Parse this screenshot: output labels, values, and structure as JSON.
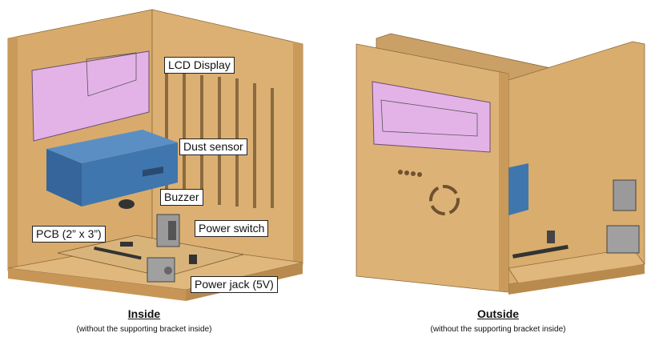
{
  "labels": {
    "lcd": "LCD Display",
    "dust": "Dust sensor",
    "buzzer": "Buzzer",
    "switch": "Power switch",
    "pcb": "PCB (2” x 3”)",
    "jack": "Power jack (5V)"
  },
  "captions": {
    "inside_title": "Inside",
    "inside_sub": "(without the supporting bracket inside)",
    "outside_title": "Outside",
    "outside_sub": "(without the supporting bracket inside)"
  },
  "colors": {
    "wood": "#d9ad6e",
    "wood_dark": "#c49556",
    "lcd": "#e3b3e8",
    "sensor": "#3f76ad"
  }
}
